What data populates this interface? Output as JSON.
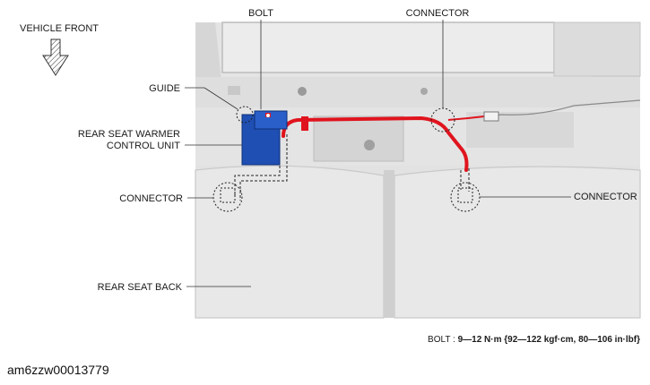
{
  "labels": {
    "vehicle_front": "VEHICLE FRONT",
    "bolt": "BOLT",
    "connector_top": "CONNECTOR",
    "guide": "GUIDE",
    "control_unit_line1": "REAR SEAT WARMER",
    "control_unit_line2": "CONTROL UNIT",
    "connector_left": "CONNECTOR",
    "connector_right": "CONNECTOR",
    "rear_seat_back": "REAR SEAT BACK"
  },
  "spec": {
    "prefix": "BOLT : ",
    "torque": "9—12 N·m {92—122 kgf·cm, 80—106 in·lbf}"
  },
  "document_id": "am6zzw00013779",
  "colors": {
    "harness": "#e0141e",
    "control_unit": "#1f4fb3",
    "photo_bg": "#e6e6e6"
  }
}
